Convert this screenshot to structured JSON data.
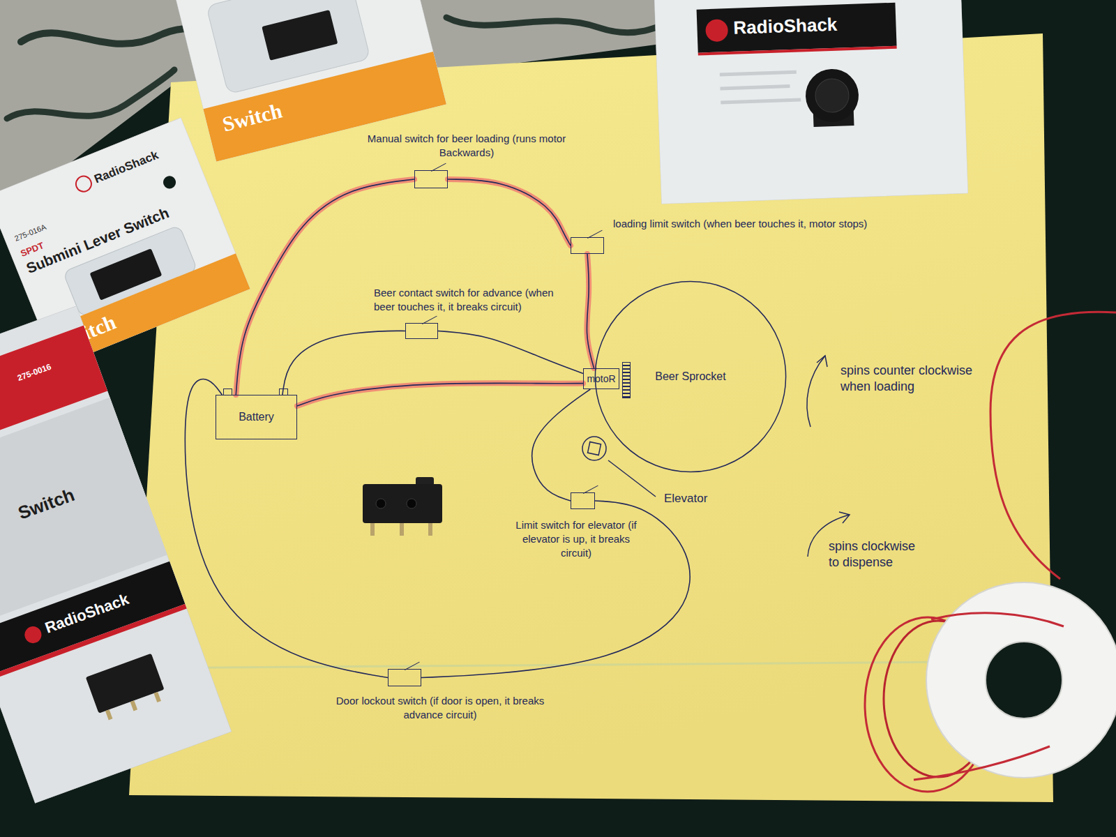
{
  "diagram": {
    "nodes": [
      {
        "text": [
          "Manual switch for beer loading (runs motor Backwards)"
        ]
      },
      {
        "text": [
          "loading limit switch (when beer touches it, motor stops)"
        ]
      },
      {
        "text": [
          "Beer contact switch for advance (when beer touches it, it breaks circuit)"
        ]
      },
      {
        "text": [
          "Battery"
        ]
      },
      {
        "text": [
          "motoR"
        ]
      },
      {
        "text": [
          "Beer Sprocket"
        ]
      },
      {
        "text": [
          "Limit switch for elevator (if elevator is up, it breaks circuit)"
        ]
      },
      {
        "text": [
          "Door lockout switch (if door is open, it breaks advance circuit)"
        ]
      }
    ],
    "edges": [
      {
        "from": 3,
        "to": 0,
        "arrow": "none"
      },
      {
        "from": 0,
        "to": 1,
        "arrow": "none"
      },
      {
        "from": 1,
        "to": 4,
        "arrow": "none"
      },
      {
        "from": 3,
        "to": 4,
        "arrow": "none"
      },
      {
        "from": 3,
        "to": 2,
        "arrow": "none"
      },
      {
        "from": 2,
        "to": 4,
        "arrow": "none"
      },
      {
        "from": 4,
        "to": 6,
        "arrow": "none"
      },
      {
        "from": 6,
        "to": 7,
        "arrow": "none"
      },
      {
        "from": 7,
        "to": 3,
        "arrow": "none"
      }
    ],
    "labels": [
      "Elevator",
      "spins counter clockwise when loading",
      "spins clockwise to dispense",
      "Switch",
      "RadioShack",
      "275-016A",
      "SPDT",
      "Submini Lever Switch",
      "Switch",
      "275-0016",
      "Switch",
      "RadioShack",
      "RadioShack"
    ]
  }
}
